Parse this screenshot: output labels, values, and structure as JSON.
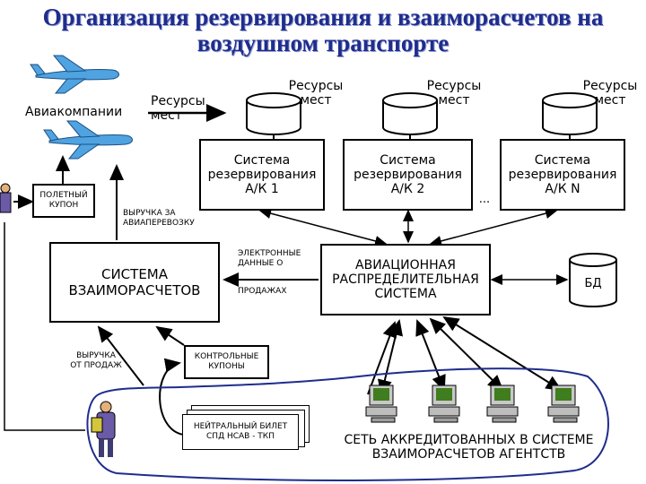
{
  "title": {
    "line1": "Организация резервирования и взаиморасчетов на",
    "line2": "воздушном транспорте"
  },
  "airlines_label": "Авиакомпании",
  "seat_resources": "Ресурсы\nмест",
  "seat_resources_arrow": "Ресурсы\nмест",
  "reservation_systems": [
    {
      "name": "Система\nрезервирования\nА/К 1"
    },
    {
      "name": "Система\nрезервирования\nА/К 2"
    },
    {
      "name": "Система\nрезервирования\nА/К N"
    }
  ],
  "ellipsis": "...",
  "flight_coupon": "ПОЛЕТНЫЙ\nКУПОН",
  "transport_revenue": "ВЫРУЧКА ЗА\nАВИАПЕРЕВОЗКУ",
  "settlement_system": "СИСТЕМА\nВЗАИМОРАСЧЕТОВ",
  "electronic_data": "ЭЛЕКТРОННЫЕ\nДАННЫЕ О",
  "sales": "ПРОДАЖАХ",
  "distribution_system": "АВИАЦИОННАЯ\nРАСПРЕДЕЛИТЕЛЬНАЯ\nСИСТЕМА",
  "database": "БД",
  "sales_revenue": "ВЫРУЧКА\nОТ ПРОДАЖ",
  "control_coupons": "КОНТРОЛЬНЫЕ\nКУПОНЫ",
  "neutral_ticket": "НЕЙТРАЛЬНЫЙ БИЛЕТ\nСПД НСАВ - ТКП",
  "agency_network": "СЕТЬ АККРЕДИТОВАННЫХ В СИСТЕМЕ\nВЗАИМОРАСЧЕТОВ АГЕНТСТВ",
  "colors": {
    "title": "#1f2d8c",
    "plane": "#4fa3e0",
    "agent_screen": "#3f7d1e",
    "cloud": "#1f2d8c"
  }
}
